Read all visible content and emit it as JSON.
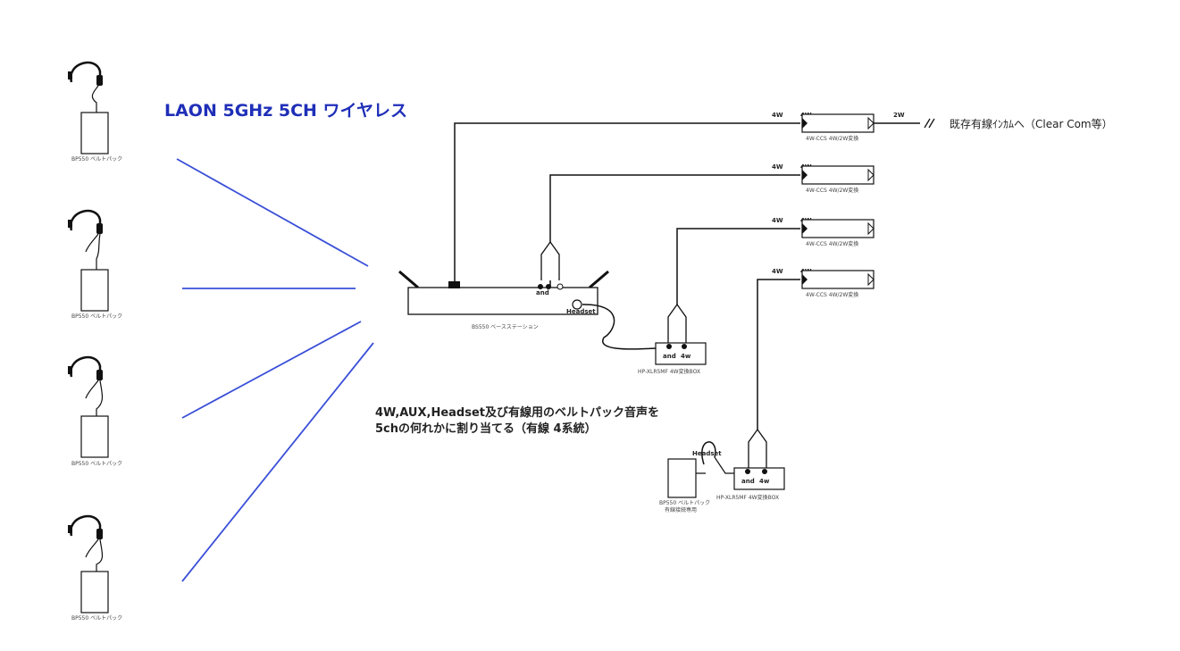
{
  "title": "LAON 5GHz  5CH ワイヤレス",
  "note_line1": "4W,AUX,Headset及び有線用のベルトパック音声を",
  "note_line2": "5chの何れかに割り当てる（有線 4系統）",
  "beltpack_label": "BP550 ベルトパック",
  "base_station_label": "BS550 ベースステーション",
  "converter_label": "4W-CCS 4W/2W変換",
  "box_label": "HP-XLR5MF 4W変換BOX",
  "wired_beltpack_label": "BP550 ベルトパック",
  "wired_beltpack_sub": "有線接続専用",
  "port_4w": "4W",
  "port_2w": "2W",
  "port_and": "and",
  "port_4w_lower": "4w",
  "headset_label": "Headset",
  "destination": "既存有線ｲﾝｶﾑへ（Clear Com等）",
  "colors": {
    "wireless_link": "#3a4fd8",
    "title": "#1f2fb8",
    "line": "#111111"
  }
}
